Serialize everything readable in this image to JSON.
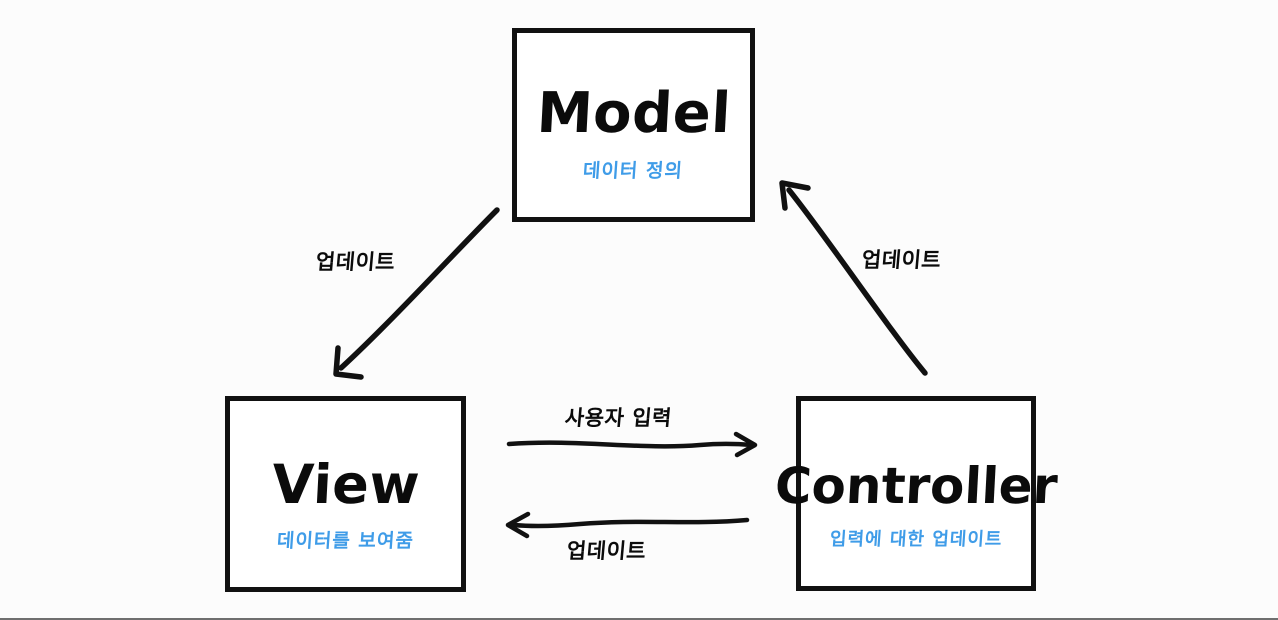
{
  "diagram": {
    "title": "MVC (Model-View-Controller) diagram",
    "style": "hand-drawn whiteboard sketch",
    "background_color": "#fcfcfc",
    "stroke_color": "#111111",
    "accent_color": "#3f9ce8"
  },
  "nodes": [
    {
      "id": "model",
      "title": "Model",
      "subtitle": "데이터 정의",
      "subtitle_color": "#3f9ce8"
    },
    {
      "id": "view",
      "title": "View",
      "subtitle": "데이터를 보여줌",
      "subtitle_color": "#3f9ce8"
    },
    {
      "id": "controller",
      "title": "Controller",
      "subtitle": "입력에 대한 업데이트",
      "subtitle_color": "#3f9ce8"
    }
  ],
  "edges": [
    {
      "id": "model-to-view",
      "from": "model",
      "to": "view",
      "label": "업데이트",
      "direction": "down-left"
    },
    {
      "id": "controller-to-model",
      "from": "controller",
      "to": "model",
      "label": "업데이트",
      "direction": "up-left"
    },
    {
      "id": "view-to-controller",
      "from": "view",
      "to": "controller",
      "label": "사용자 입력",
      "direction": "right"
    },
    {
      "id": "controller-to-view",
      "from": "controller",
      "to": "view",
      "label": "업데이트",
      "direction": "left"
    }
  ]
}
